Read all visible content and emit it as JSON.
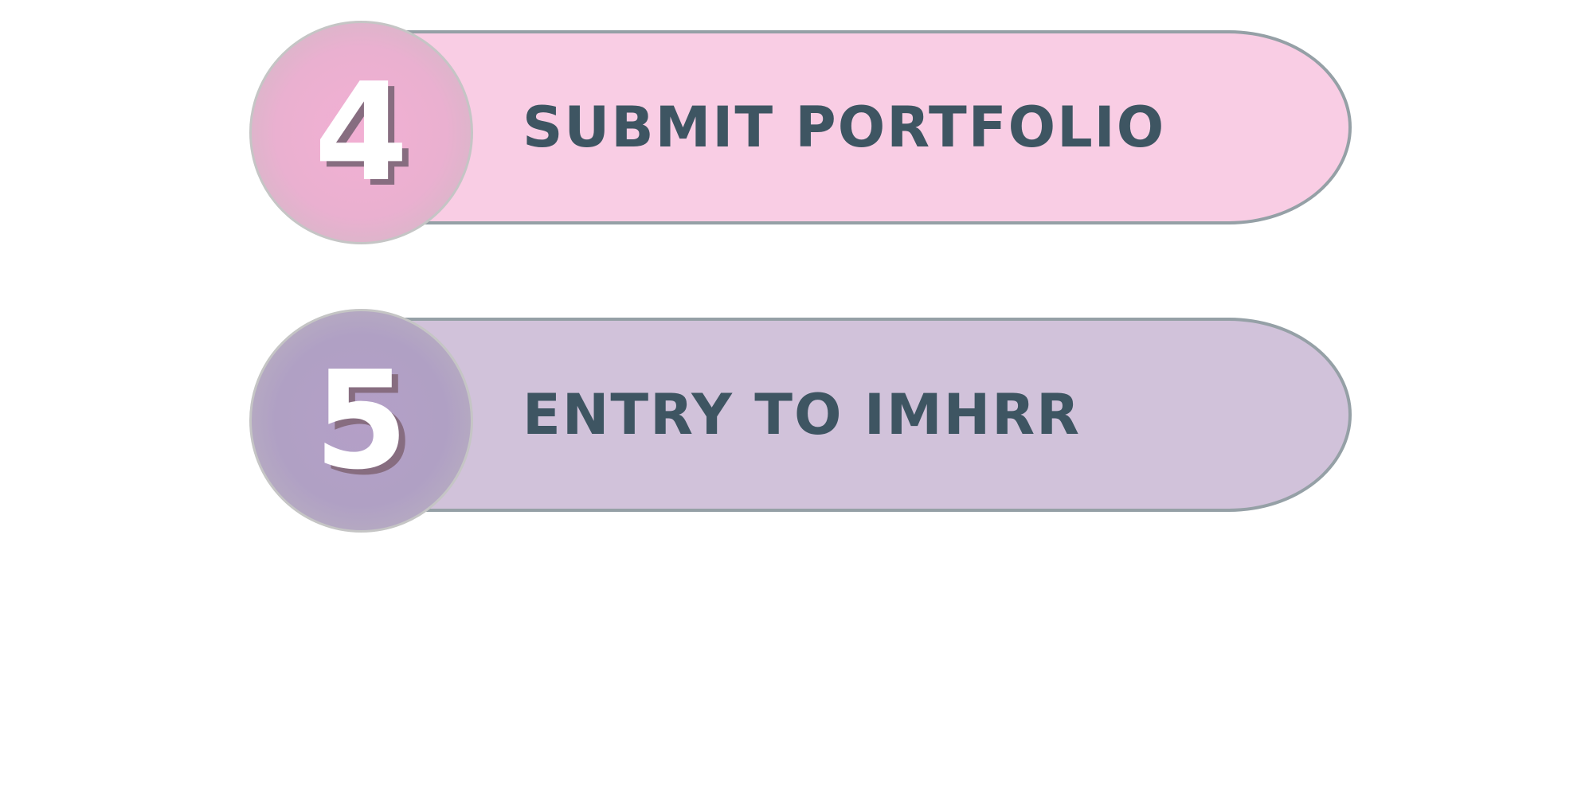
{
  "steps": [
    {
      "number": "4",
      "label": "SUBMIT PORTFOLIO",
      "pill_color": "#f9cde4",
      "circle_center_color": "#f2afd3",
      "circle_edge_color": "#c9bcc2"
    },
    {
      "number": "5",
      "label": "ENTRY TO IMHRR",
      "pill_color": "#d1c2da",
      "circle_center_color": "#b49fc7",
      "circle_edge_color": "#bdb8bf"
    }
  ],
  "colors": {
    "text": "#3e5562",
    "border": "#95a0a6",
    "number_shadow": "#876d80"
  }
}
